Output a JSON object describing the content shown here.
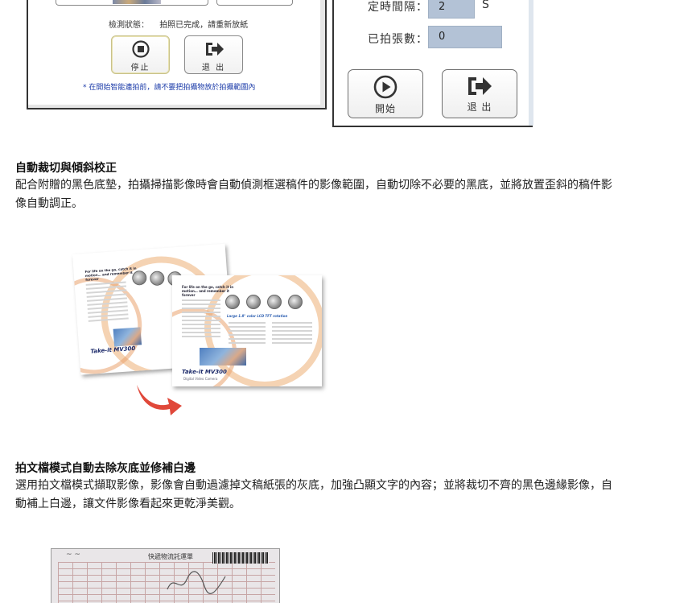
{
  "dialog_capture": {
    "status_label": "檢測狀態：",
    "status_value": "拍照已完成，請重新放紙",
    "stop_label": "停止",
    "exit_label": "退 出",
    "note": "* 在開始智能連拍前，請不要把拍攝物放於拍攝範圍內"
  },
  "dialog_timer": {
    "interval_label": "定時間隔：",
    "interval_value": "2",
    "interval_unit": "S",
    "count_label": "已拍張數：",
    "count_value": "0",
    "start_label": "開始",
    "exit_label": "退 出"
  },
  "section_crop": {
    "title": "自動裁切與傾斜校正",
    "body": "配合附贈的黑色底墊，拍攝掃描影像時會自動偵測框選稿件的影像範圍，自動切除不必要的黑底，並將放置歪斜的稿件影像自動調正。"
  },
  "brochure": {
    "headline": "For life on the go, catch it in motion… and remember it forever",
    "caption": "Large 1.8\" color LCD TFT rotation",
    "logo": "Take-it MV300",
    "sub_logo": "Digital Video Camera"
  },
  "section_doc": {
    "title": "拍文檔模式自動去除灰底並修補白邊",
    "body": "選用拍文檔模式擷取影像，影像會自動過濾掉文稿紙張的灰底，加強凸顯文字的內容；並將裁切不齊的黑色邊緣影像，自動補上白邊，讓文件影像看起來更乾淨美觀。"
  },
  "scan_form": {
    "title": "快遞物流託運單"
  },
  "colors": {
    "field_bg": "#b3c2d6",
    "note_blue": "#1a3aa8",
    "arrow_red": "#e0483a"
  }
}
